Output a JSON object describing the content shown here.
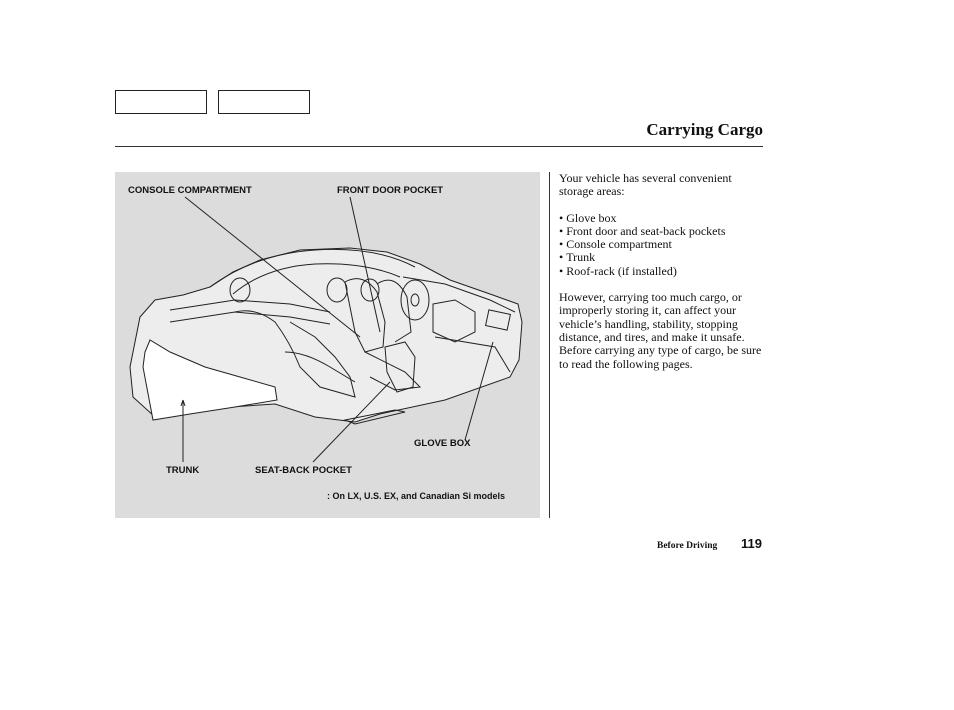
{
  "header": {
    "nav_buttons": [
      "",
      ""
    ],
    "title": "Carrying Cargo"
  },
  "figure": {
    "callouts": {
      "console_compartment": "CONSOLE COMPARTMENT",
      "front_door_pocket": "FRONT DOOR POCKET",
      "glove_box": "GLOVE BOX",
      "trunk": "TRUNK",
      "seat_back_pocket": "SEAT-BACK POCKET"
    },
    "footnote": ": On LX, U.S. EX, and Canadian Si models"
  },
  "body": {
    "intro": "Your vehicle has several convenient storage areas:",
    "list": [
      "Glove box",
      "Front door and seat-back pockets",
      "Console compartment",
      "Trunk",
      "Roof-rack (if installed)"
    ],
    "warning": "However, carrying too much cargo, or improperly storing it, can affect your vehicle’s handling, stability, stopping distance, and tires, and make it unsafe. Before carrying any type of cargo, be sure to read the following pages."
  },
  "footer": {
    "section": "Before Driving",
    "page_number": "119"
  }
}
